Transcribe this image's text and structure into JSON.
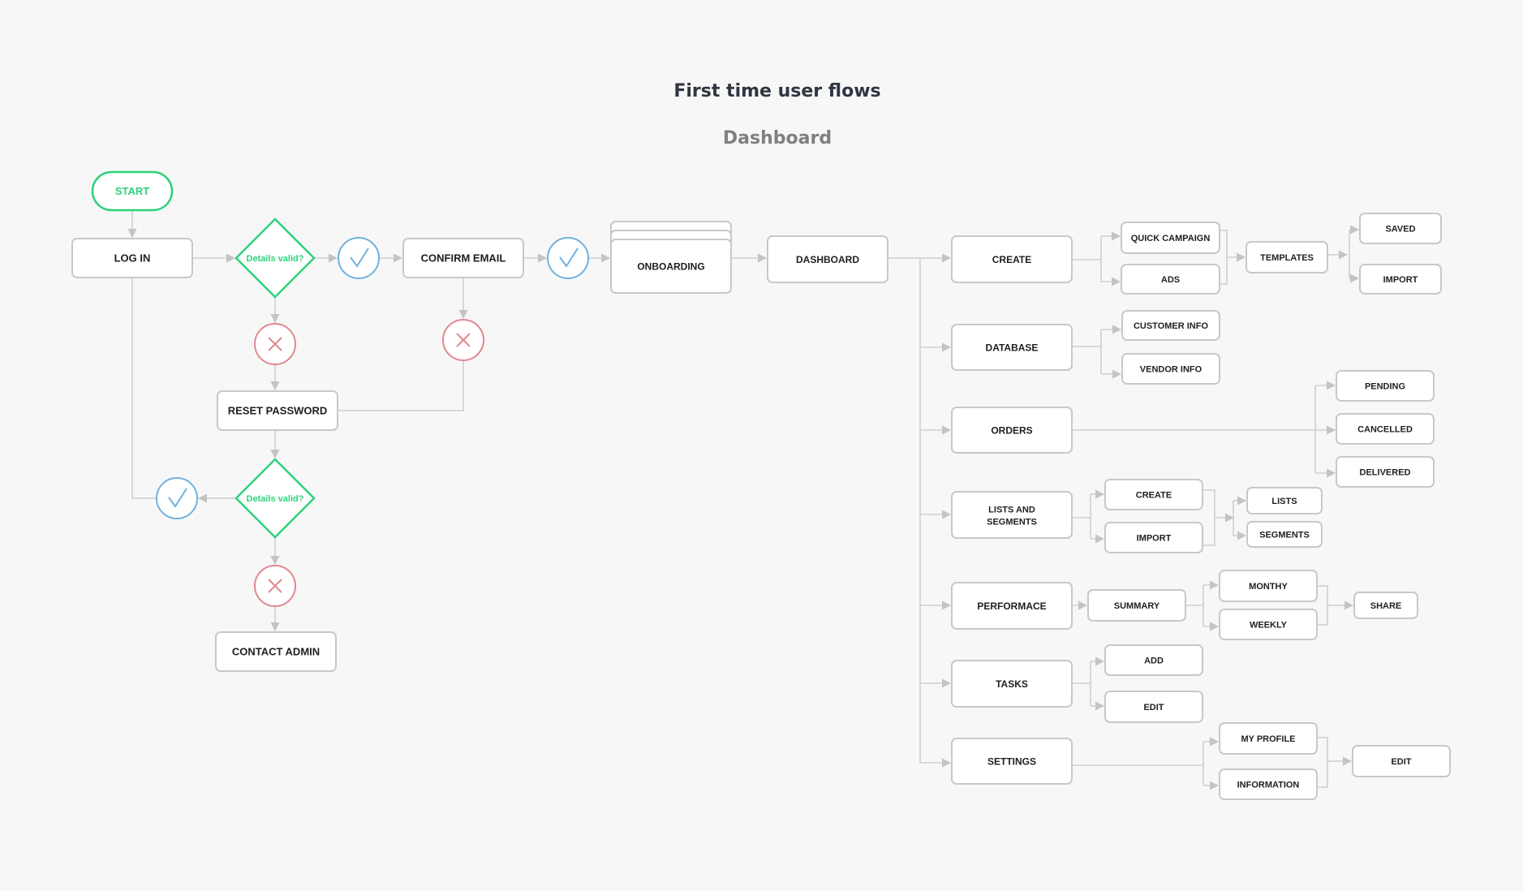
{
  "header": {
    "title": "First time user flows",
    "subtitle": "Dashboard"
  },
  "colors": {
    "accent_green": "#2ed27a",
    "success_blue": "#6fb2e0",
    "error_red": "#e0888f",
    "connector_grey": "#cfcfcf",
    "background": "#f7f7f7"
  },
  "icons": {
    "success": "check-circle-icon",
    "failure": "x-circle-icon"
  },
  "nodes": {
    "start": "START",
    "login": "LOG IN",
    "decision1": "Details valid?",
    "confirm_email": "CONFIRM EMAIL",
    "onboarding": "ONBOARDING",
    "dashboard": "DASHBOARD",
    "reset_password": "RESET PASSWORD",
    "decision2": "Details valid?",
    "contact_admin": "CONTACT ADMIN",
    "create": "CREATE",
    "quick_campaign": "QUICK CAMPAIGN",
    "ads": "ADS",
    "templates": "TEMPLATES",
    "saved": "SAVED",
    "import_templates": "IMPORT",
    "database": "DATABASE",
    "customer_info": "CUSTOMER INFO",
    "vendor_info": "VENDOR INFO",
    "orders": "ORDERS",
    "pending": "PENDING",
    "cancelled": "CANCELLED",
    "delivered": "DELIVERED",
    "lists_segments_line1": "LISTS AND",
    "lists_segments_line2": "SEGMENTS",
    "ls_create": "CREATE",
    "ls_import": "IMPORT",
    "lists": "LISTS",
    "segments": "SEGMENTS",
    "performance": "PERFORMACE",
    "summary": "SUMMARY",
    "monthy": "MONTHY",
    "weekly": "WEEKLY",
    "share": "SHARE",
    "tasks": "TASKS",
    "tasks_add": "ADD",
    "tasks_edit": "EDIT",
    "settings": "SETTINGS",
    "my_profile": "MY PROFILE",
    "information": "INFORMATION",
    "settings_edit": "EDIT"
  }
}
